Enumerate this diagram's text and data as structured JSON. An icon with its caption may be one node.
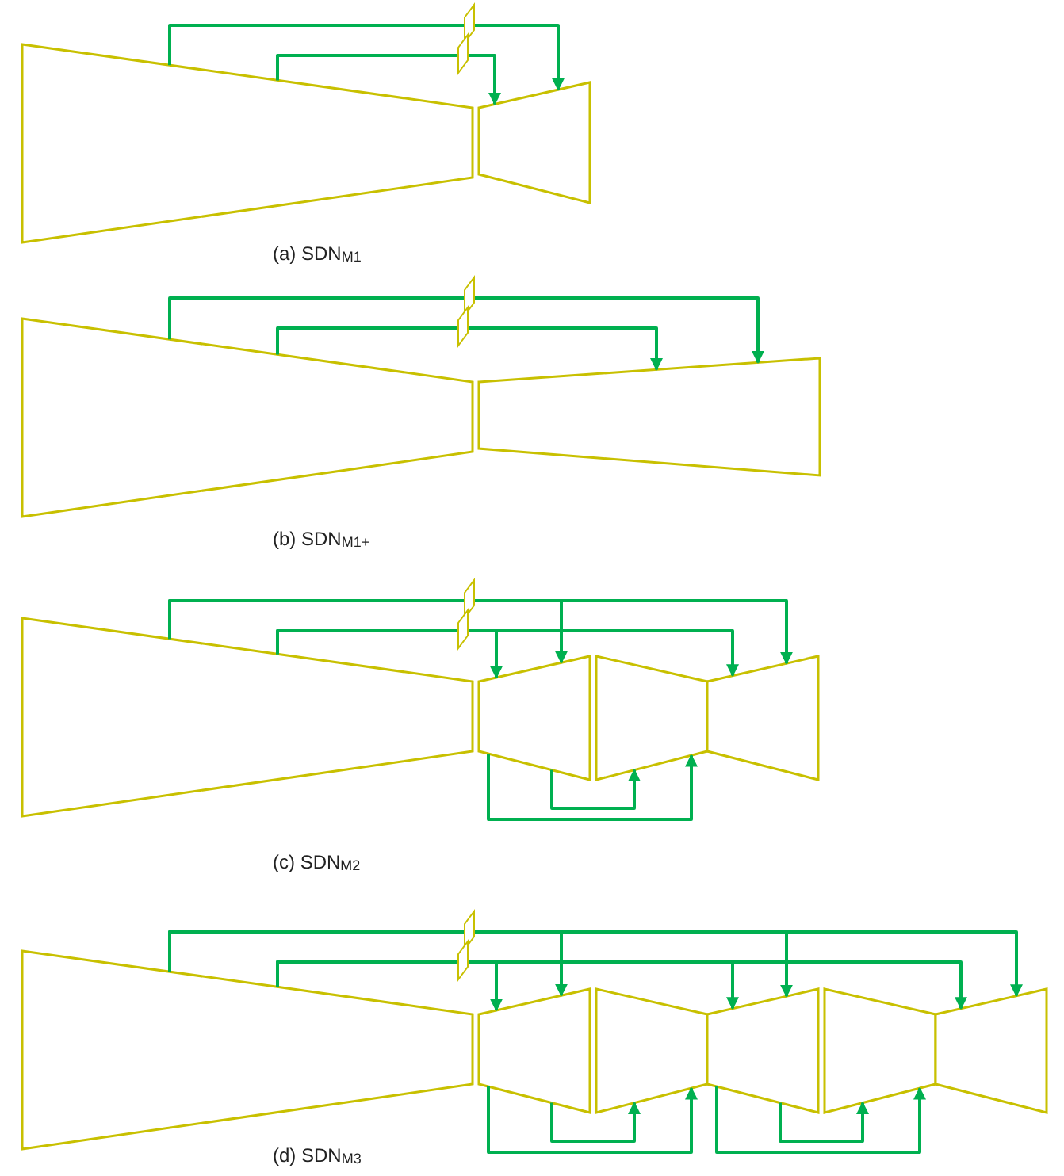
{
  "diagram": {
    "nodes": [
      {
        "text": [],
        "shape": "trapezoid"
      },
      {
        "text": [],
        "shape": "trapezoid"
      },
      {
        "text": [],
        "shape": "trapezoid"
      },
      {
        "text": [],
        "shape": "trapezoid"
      },
      {
        "text": [],
        "shape": "trapezoid"
      },
      {
        "text": [],
        "shape": "trapezoid"
      },
      {
        "text": [],
        "shape": "trapezoid"
      },
      {
        "text": [],
        "shape": "trapezoid"
      },
      {
        "text": [],
        "shape": "trapezoid"
      },
      {
        "text": [],
        "shape": "trapezoid"
      },
      {
        "text": [],
        "shape": "trapezoid"
      },
      {
        "text": [],
        "shape": "trapezoid"
      },
      {
        "text": [],
        "shape": "trapezoid"
      },
      {
        "text": [],
        "shape": "trapezoid"
      }
    ],
    "edges": [
      {
        "from": 0,
        "to": 1,
        "arrow": "to"
      },
      {
        "from": 0,
        "to": 1,
        "arrow": "to"
      },
      {
        "from": 2,
        "to": 3,
        "arrow": "to"
      },
      {
        "from": 2,
        "to": 3,
        "arrow": "to"
      },
      {
        "from": 4,
        "to": 5,
        "arrow": "to"
      },
      {
        "from": 4,
        "to": 7,
        "arrow": "to"
      },
      {
        "from": 4,
        "to": 5,
        "arrow": "to"
      },
      {
        "from": 4,
        "to": 7,
        "arrow": "to"
      },
      {
        "from": 5,
        "to": 6,
        "arrow": "to"
      },
      {
        "from": 5,
        "to": 6,
        "arrow": "to"
      },
      {
        "from": 8,
        "to": 9,
        "arrow": "to"
      },
      {
        "from": 8,
        "to": 11,
        "arrow": "to"
      },
      {
        "from": 8,
        "to": 13,
        "arrow": "to"
      },
      {
        "from": 8,
        "to": 9,
        "arrow": "to"
      },
      {
        "from": 8,
        "to": 11,
        "arrow": "to"
      },
      {
        "from": 8,
        "to": 13,
        "arrow": "to"
      },
      {
        "from": 9,
        "to": 10,
        "arrow": "to"
      },
      {
        "from": 9,
        "to": 10,
        "arrow": "to"
      },
      {
        "from": 11,
        "to": 12,
        "arrow": "to"
      },
      {
        "from": 11,
        "to": 12,
        "arrow": "to"
      }
    ],
    "labels": [
      "(a) SDN$_{M1}$",
      "(b) SDN$_{M1+}$",
      "(c) SDN$_{M2}$",
      "(d) SDN$_{M3}$"
    ]
  }
}
